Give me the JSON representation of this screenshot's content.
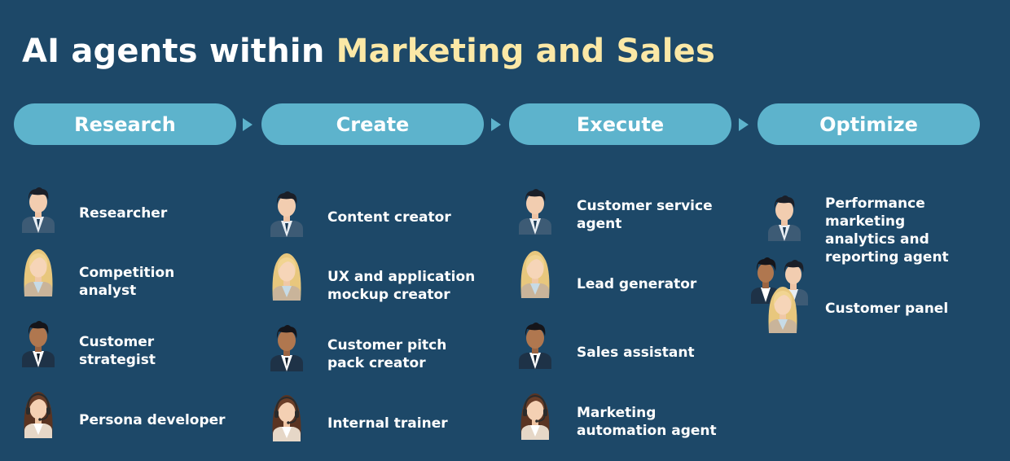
{
  "title": {
    "prefix": "AI agents within ",
    "highlight": "Marketing and Sales"
  },
  "phases": [
    {
      "label": "Research",
      "agents": [
        {
          "label": "Researcher",
          "avatar": "man-light-icon"
        },
        {
          "label": "Competition\nanalyst",
          "avatar": "woman-blonde-icon"
        },
        {
          "label": "Customer\nstrategist",
          "avatar": "man-dark-icon"
        },
        {
          "label": "Persona developer",
          "avatar": "woman-headset-icon"
        }
      ]
    },
    {
      "label": "Create",
      "agents": [
        {
          "label": "Content creator",
          "avatar": "man-light-icon"
        },
        {
          "label": "UX and application\nmockup creator",
          "avatar": "woman-blonde-icon"
        },
        {
          "label": "Customer pitch\npack creator",
          "avatar": "man-dark-icon"
        },
        {
          "label": "Internal trainer",
          "avatar": "woman-headset-icon"
        }
      ]
    },
    {
      "label": "Execute",
      "agents": [
        {
          "label": "Customer service\nagent",
          "avatar": "man-light-icon"
        },
        {
          "label": "Lead generator",
          "avatar": "woman-blonde-icon"
        },
        {
          "label": "Sales assistant",
          "avatar": "man-dark-icon"
        },
        {
          "label": "Marketing\nautomation agent",
          "avatar": "woman-headset-icon"
        }
      ]
    },
    {
      "label": "Optimize",
      "agents": [
        {
          "label": "Performance\nmarketing\nanalytics and\nreporting agent",
          "avatar": "man-light-icon"
        },
        {
          "label": "Customer panel",
          "avatar": "group-icon"
        }
      ]
    }
  ],
  "colors": {
    "background": "#1d4868",
    "phase_pill": "#5db3cc",
    "title": "#ffffff",
    "title_highlight": "#fbe8a6"
  }
}
